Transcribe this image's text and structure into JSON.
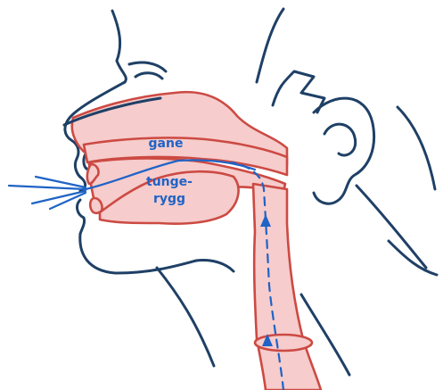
{
  "labels": {
    "palate": "gane",
    "tongue_line1": "tunge-",
    "tongue_line2": "rygg"
  },
  "colors": {
    "outline": "#1f4066",
    "tract_fill": "#f6cccc",
    "tract_stroke": "#cc4a43",
    "airflow": "#1f63c6",
    "label": "#1f63c6"
  }
}
